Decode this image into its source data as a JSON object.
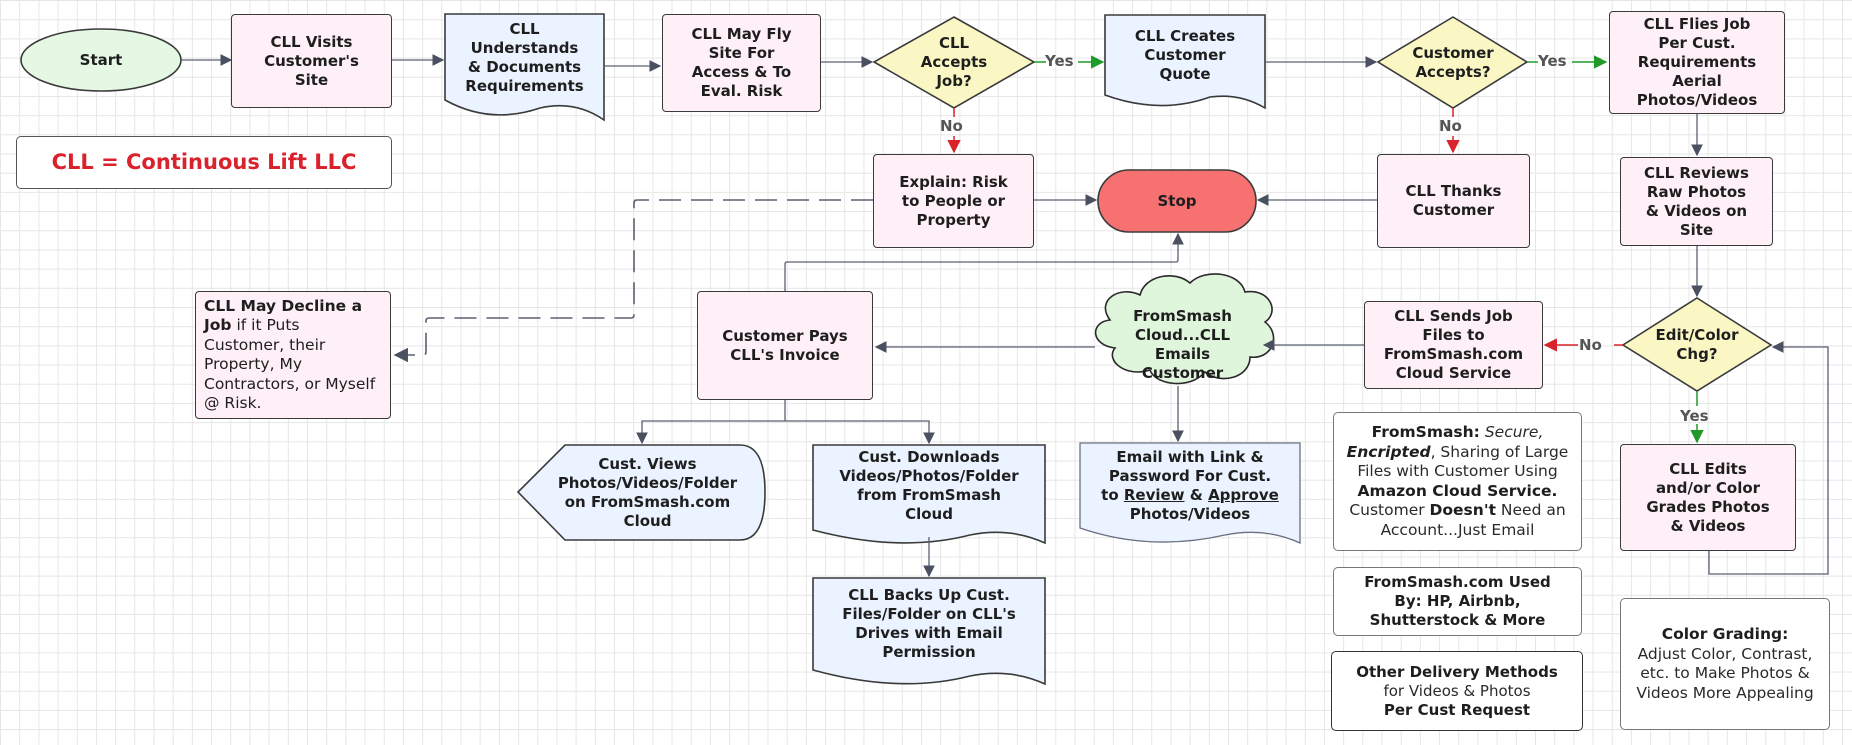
{
  "title": "Continuous Lift LLC Aerial Photo/Video Job Workflow",
  "colors": {
    "process_fill": "#fff0f8",
    "document_fill": "#eaf3ff",
    "decision_fill": "#fbf7c4",
    "terminal_start_fill": "#e4f8e4",
    "terminal_stop_fill": "#f87171",
    "cloud_fill": "#dff5dc",
    "yes_color": "#1f9a2a",
    "no_color": "#d9222b",
    "legend_text": "#d9222b",
    "connector": "#5a6070"
  },
  "legend": {
    "text": "CLL = Continuous Lift LLC"
  },
  "nodes": {
    "start": {
      "lines": [
        "Start"
      ]
    },
    "visit": {
      "lines": [
        "CLL Visits",
        "Customer's",
        "Site"
      ]
    },
    "understand": {
      "lines": [
        "CLL",
        "Understands",
        "& Documents",
        "Requirements"
      ]
    },
    "fly_site": {
      "lines": [
        "CLL May Fly",
        "Site For",
        "Access & To",
        "Eval. Risk"
      ]
    },
    "accepts_job": {
      "lines": [
        "CLL",
        "Accepts",
        "Job?"
      ]
    },
    "quote": {
      "lines": [
        "CLL Creates",
        "Customer",
        "Quote"
      ]
    },
    "cust_accepts": {
      "lines": [
        "Customer",
        "Accepts?"
      ]
    },
    "flies_job": {
      "lines": [
        "CLL Flies Job",
        "Per Cust.",
        "Requirements",
        "Aerial",
        "Photos/Videos"
      ]
    },
    "explain": {
      "lines": [
        "Explain: Risk",
        "to People or",
        "Property"
      ]
    },
    "stop": {
      "lines": [
        "Stop"
      ]
    },
    "thanks": {
      "lines": [
        "CLL Thanks",
        "Customer"
      ]
    },
    "reviews": {
      "lines": [
        "CLL Reviews",
        "Raw Photos",
        "& Videos on",
        "Site"
      ]
    },
    "decline_note": {
      "bold": "CLL May Decline a Job",
      "rest": " if it Puts Customer, their Property, My Contractors, or Myself @ Risk."
    },
    "pays": {
      "lines": [
        "Customer Pays",
        "CLL's Invoice"
      ]
    },
    "cloud": {
      "lines": [
        "FromSmash",
        "Cloud...CLL",
        "Emails",
        "Customer"
      ]
    },
    "sends": {
      "lines": [
        "CLL  Sends Job",
        "Files to",
        "FromSmash.com",
        "Cloud Service"
      ]
    },
    "edit_chg": {
      "lines": [
        "Edit/Color",
        "Chg?"
      ]
    },
    "edits": {
      "lines": [
        "CLL Edits",
        "and/or Color",
        "Grades Photos",
        "& Videos"
      ]
    },
    "views": {
      "lines": [
        "Cust. Views",
        "Photos/Videos/Folder",
        "on FromSmash.com",
        "Cloud"
      ]
    },
    "downloads": {
      "lines": [
        "Cust. Downloads",
        "Videos/Photos/Folder",
        "from FromSmash",
        "Cloud"
      ]
    },
    "email": {
      "l1": "Email with Link &",
      "l2": "Password For Cust.",
      "l3_pre": "to ",
      "l3_u1": "Review",
      "l3_mid": " & ",
      "l3_u2": "Approve",
      "l4": "Photos/Videos"
    },
    "backup": {
      "lines": [
        "CLL Backs Up Cust.",
        "Files/Folder on CLL's",
        "Drives with Email",
        "Permission"
      ]
    },
    "fromsmash_note": {
      "b1": "FromSmash:",
      "i1": " Secure,",
      "bi": "Encripted",
      "t1": ", Sharing of Large Files with Customer Using ",
      "b2": "Amazon Cloud Service.",
      "t2": " Customer ",
      "b3": "Doesn't",
      "t3": " Need an Account...Just Email"
    },
    "used_by_note": {
      "lines": [
        "FromSmash.com Used",
        "By:  HP, Airbnb,",
        "Shutterstock & More"
      ]
    },
    "other_note": {
      "b1": "Other Delivery Methods",
      "t1": "for Videos & Photos",
      "b2": "Per Cust  Request"
    },
    "grading_note": {
      "b1": "Color Grading:",
      "t1": "Adjust Color, Contrast, etc. to Make Photos & Videos More Appealing"
    }
  },
  "edge_labels": {
    "accepts_job_yes": "Yes",
    "accepts_job_no": "No",
    "cust_accepts_yes": "Yes",
    "cust_accepts_no": "No",
    "edit_chg_no": "No",
    "edit_chg_yes": "Yes"
  }
}
